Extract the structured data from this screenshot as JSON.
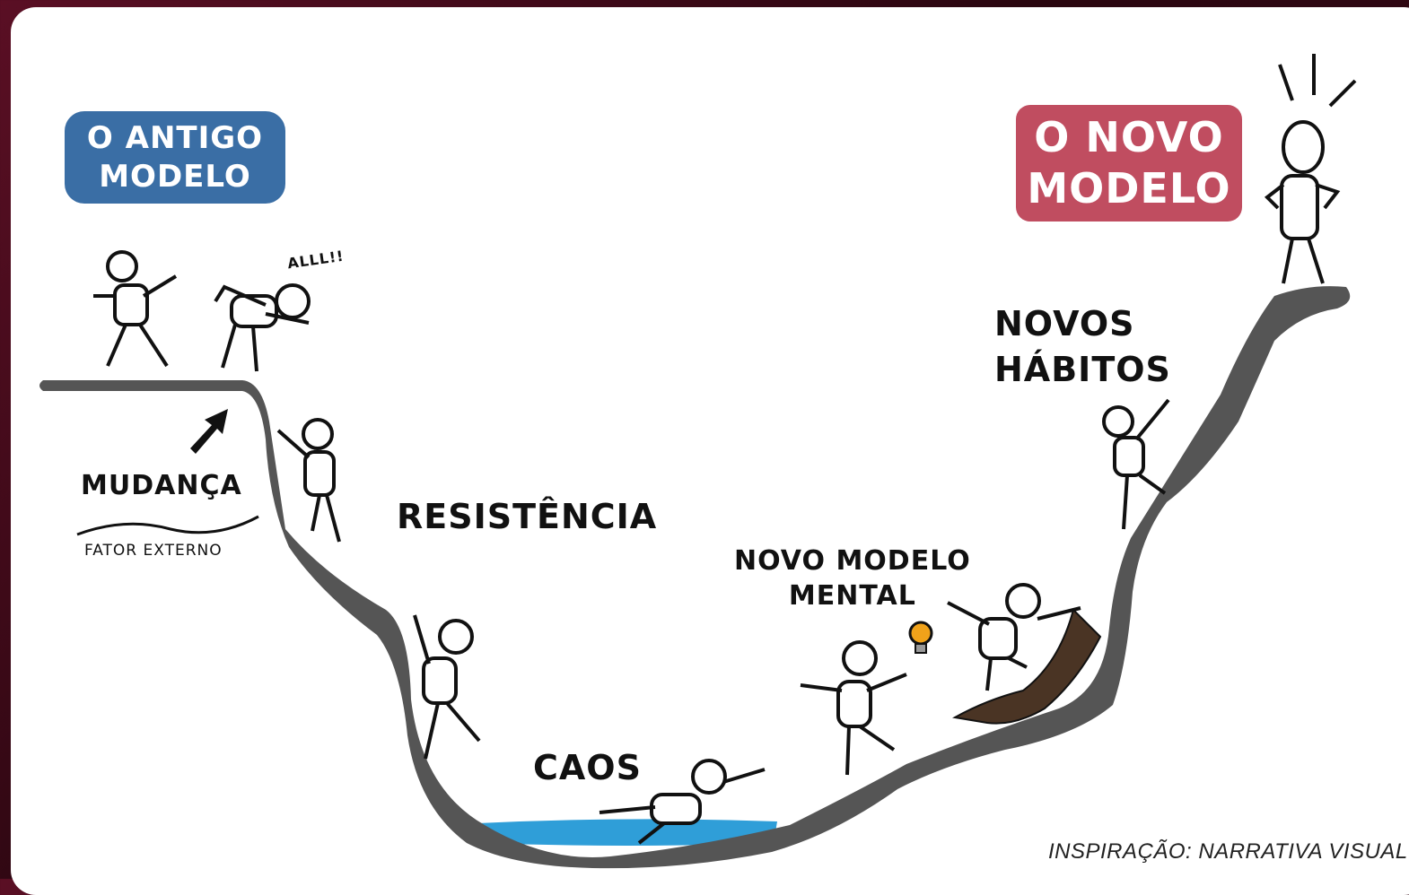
{
  "badges": {
    "old_model": [
      "O ANTIGO",
      "MODELO"
    ],
    "new_model": [
      "O NOVO",
      "MODELO"
    ]
  },
  "labels": {
    "change": "MUDANÇA",
    "external_factor": "FATOR EXTERNO",
    "resistance": "RESISTÊNCIA",
    "chaos": "CAOS",
    "new_mental_model": [
      "NOVO MODELO",
      "MENTAL"
    ],
    "new_habits": [
      "NOVOS",
      "HÁBITOS"
    ],
    "shout": "ALLL!!"
  },
  "credit": "INSPIRAÇÃO: NARRATIVA VISUAL",
  "colors": {
    "old_badge": "#3a6ea5",
    "new_badge": "#c04d60",
    "terrain": "#555555",
    "water": "#2f9ed8",
    "log": "#4a3424",
    "bulb": "#f0a21a"
  }
}
